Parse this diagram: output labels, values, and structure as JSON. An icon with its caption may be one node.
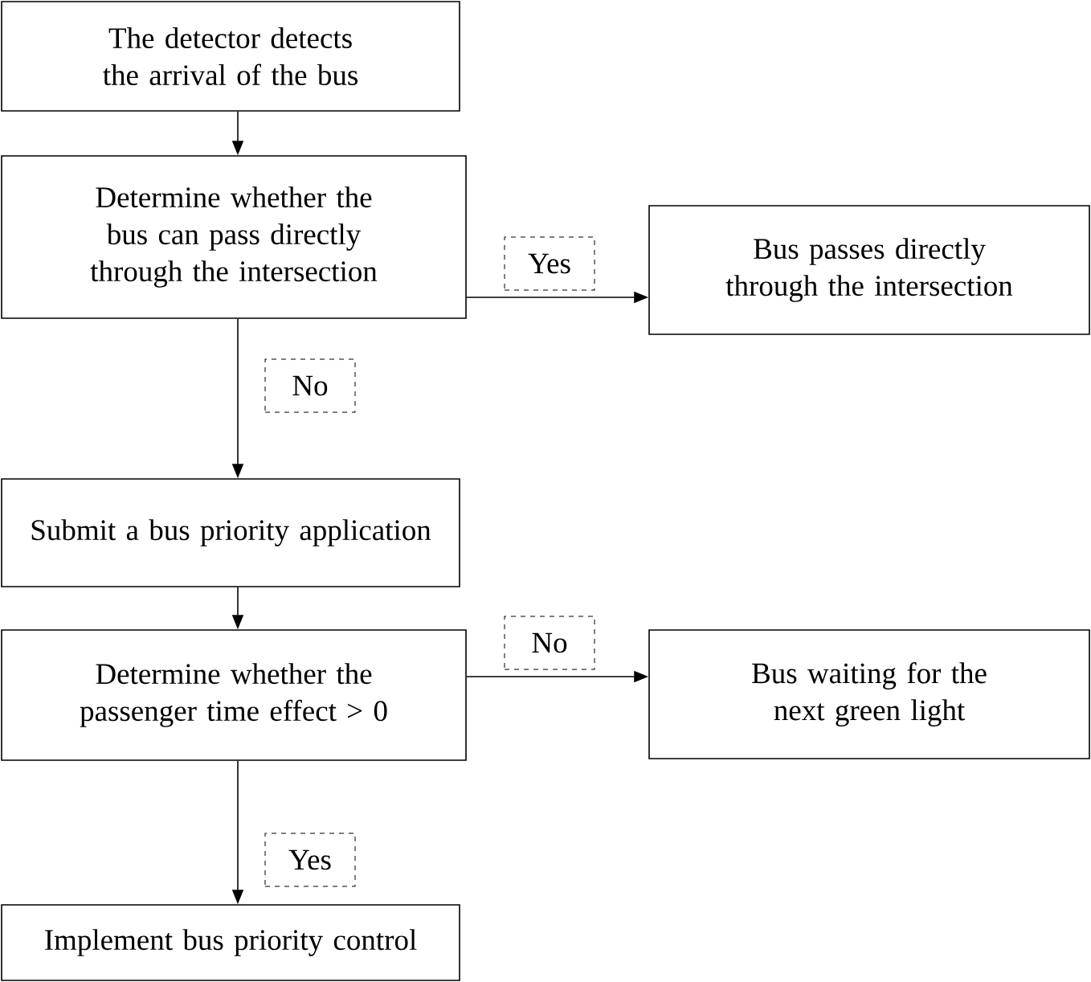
{
  "diagram": {
    "nodes": [
      {
        "text": [
          "The detector detects the arrival of the bus"
        ]
      },
      {
        "text": [
          "Determine whether the bus can pass directly through the intersection"
        ]
      },
      {
        "text": [
          "Bus passes directly through the intersection"
        ]
      },
      {
        "text": [
          "Submit a bus priority application"
        ]
      },
      {
        "text": [
          "Determine whether  the passenger time effect > 0"
        ]
      },
      {
        "text": [
          "Bus waiting for the next green light"
        ]
      },
      {
        "text": [
          "Implement bus priority control"
        ]
      }
    ],
    "edges": [
      {
        "from": 0,
        "to": 1,
        "arrow": "to"
      },
      {
        "from": 1,
        "to": 2,
        "arrow": "to",
        "label": "Yes"
      },
      {
        "from": 1,
        "to": 3,
        "arrow": "to",
        "label": "No"
      },
      {
        "from": 3,
        "to": 4,
        "arrow": "to"
      },
      {
        "from": 4,
        "to": 5,
        "arrow": "to",
        "label": "No"
      },
      {
        "from": 4,
        "to": 6,
        "arrow": "to",
        "label": "Yes"
      }
    ]
  }
}
